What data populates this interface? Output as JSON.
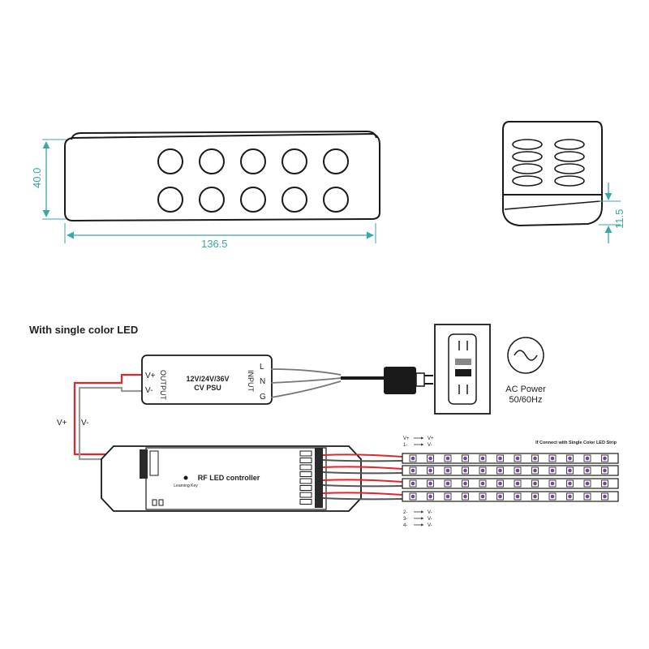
{
  "dimensions": {
    "height": "40.0",
    "width": "136.5",
    "thickness": "11.5"
  },
  "wiring": {
    "title": "With single color LED",
    "psu": {
      "name_line1": "12V/24V/36V",
      "name_line2": "CV PSU",
      "output_label": "OUTPUT",
      "input_label": "INPUT",
      "out_plus": "V+",
      "out_minus": "V-",
      "in_l": "L",
      "in_n": "N",
      "in_g": "G"
    },
    "feed_labels": {
      "plus": "V+",
      "minus": "V-"
    },
    "ac_power": {
      "line1": "AC Power",
      "line2": "50/60Hz"
    },
    "controller": {
      "name": "RF LED controller",
      "learning_key": "Learning Key"
    },
    "strip_note": "If Connect with Single Color LED Strip",
    "mapping_top": [
      {
        "from": "V+",
        "to": "V+"
      },
      {
        "from": "1-",
        "to": "V-"
      }
    ],
    "mapping_bottom": [
      {
        "from": "2-",
        "to": "V-"
      },
      {
        "from": "3-",
        "to": "V-"
      },
      {
        "from": "4-",
        "to": "V-"
      }
    ]
  },
  "colors": {
    "dimension": "#3aa6a6",
    "wire_red": "#e0262b",
    "wire_gray": "#9a9a9a",
    "strip_led": "#7a3f9e",
    "line": "#1a1a1a"
  }
}
